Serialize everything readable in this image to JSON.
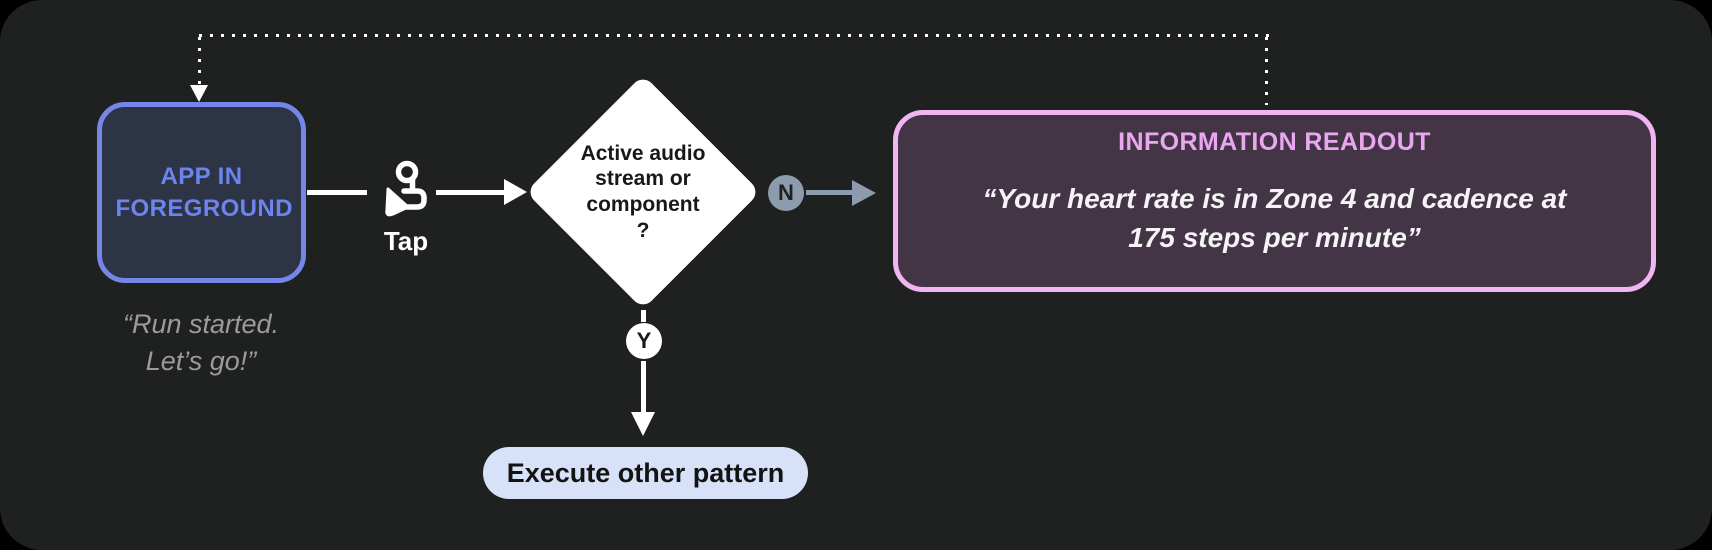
{
  "colors": {
    "page-bg": "#000000",
    "card-bg": "#1f2020",
    "node-blue-border": "#7487e8",
    "node-blue-bg": "#2c3446",
    "node-blue-text": "#6d83ee",
    "quote-gray": "#9b9b9b",
    "diamond-bg": "#ffffff",
    "diamond-text": "#17181a",
    "no-gray": "#8d9cac",
    "pill-bg": "#d7e1f8",
    "pill-text": "#131314",
    "readout-border": "#f0b6f2",
    "readout-bg": "#443546",
    "readout-title": "#eba6f0",
    "readout-text": "#f5f3f6"
  },
  "nodes": {
    "app": {
      "label": "APP IN FOREGROUND",
      "quote_lines": [
        "“Run started.",
        "Let’s go!”"
      ]
    },
    "decision": {
      "label": "Active audio stream or component ?"
    },
    "readout": {
      "title": "INFORMATION READOUT",
      "body_lines": [
        "“Your heart rate is in Zone 4 and cadence at",
        "175 steps per minute”"
      ]
    },
    "execute": {
      "label": "Execute other pattern"
    }
  },
  "edges": {
    "tap_label": "Tap",
    "yes_label": "Y",
    "no_label": "N"
  }
}
